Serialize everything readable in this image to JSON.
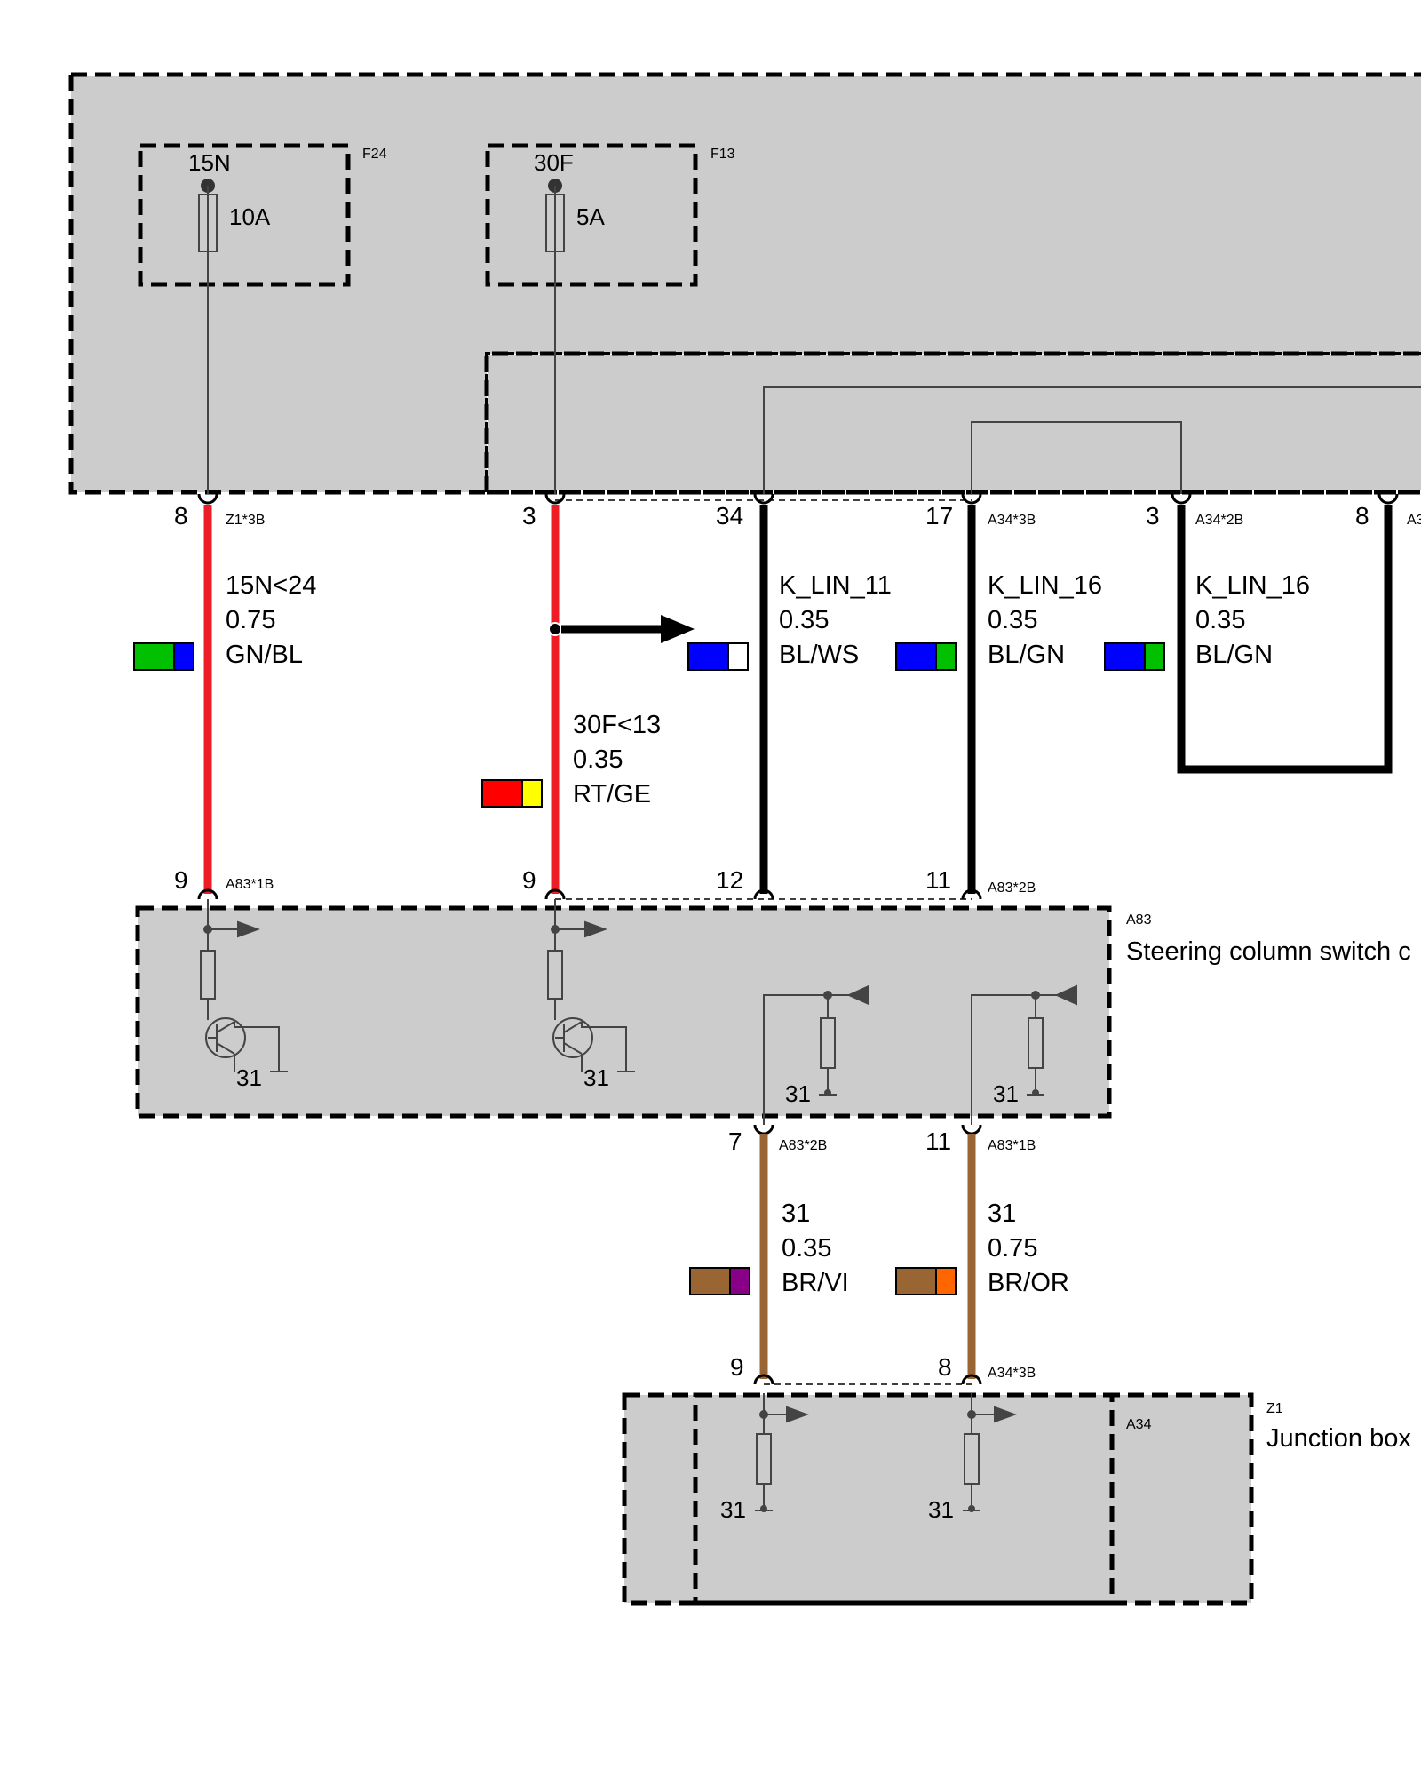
{
  "fuses": [
    {
      "terminal": "15N",
      "rating": "10A",
      "id": "F24"
    },
    {
      "terminal": "30F",
      "rating": "5A",
      "id": "F13"
    }
  ],
  "pins": {
    "z1_8": "8",
    "z1_8_conn": "Z1*3B",
    "z1_3": "3",
    "a34_34": "34",
    "a34_17": "17",
    "a34_17_conn": "A34*3B",
    "a34_3": "3",
    "a34_3_conn": "A34*2B",
    "a34_8": "8",
    "a34_8_conn": "A3",
    "a83_9a": "9",
    "a83_9a_conn": "A83*1B",
    "a83_9b": "9",
    "a83_12": "12",
    "a83_11": "11",
    "a83_11_conn": "A83*2B",
    "a83_7": "7",
    "a83_7_conn": "A83*2B",
    "a83_11b": "11",
    "a83_11b_conn": "A83*1B",
    "a34_9": "9",
    "a34_8b": "8",
    "a34_8b_conn": "A34*3B"
  },
  "wires": [
    {
      "signal": "15N<24",
      "gauge": "0.75",
      "color_code": "GN/BL",
      "colors": [
        "#00c000",
        "#0000ff"
      ]
    },
    {
      "signal": "30F<13",
      "gauge": "0.35",
      "color_code": "RT/GE",
      "colors": [
        "#ff0000",
        "#ffff00"
      ]
    },
    {
      "signal": "K_LIN_11",
      "gauge": "0.35",
      "color_code": "BL/WS",
      "colors": [
        "#0000ff",
        "#ffffff"
      ]
    },
    {
      "signal": "K_LIN_16",
      "gauge": "0.35",
      "color_code": "BL/GN",
      "colors": [
        "#0000ff",
        "#00c000"
      ]
    },
    {
      "signal": "K_LIN_16",
      "gauge": "0.35",
      "color_code": "BL/GN",
      "colors": [
        "#0000ff",
        "#00c000"
      ]
    },
    {
      "signal": "31",
      "gauge": "0.35",
      "color_code": "BR/VI",
      "colors": [
        "#996633",
        "#880088"
      ]
    },
    {
      "signal": "31",
      "gauge": "0.75",
      "color_code": "BR/OR",
      "colors": [
        "#996633",
        "#ff6600"
      ]
    }
  ],
  "components": {
    "a83_id": "A83",
    "a83_name": "Steering column switch c",
    "z1_id": "Z1",
    "z1_name": "Junction box",
    "a34_id": "A34"
  },
  "ground": "31",
  "wire_colors": {
    "red": "#ee1c24",
    "black": "#000000",
    "brown": "#996633",
    "panel": "#cccccc"
  }
}
